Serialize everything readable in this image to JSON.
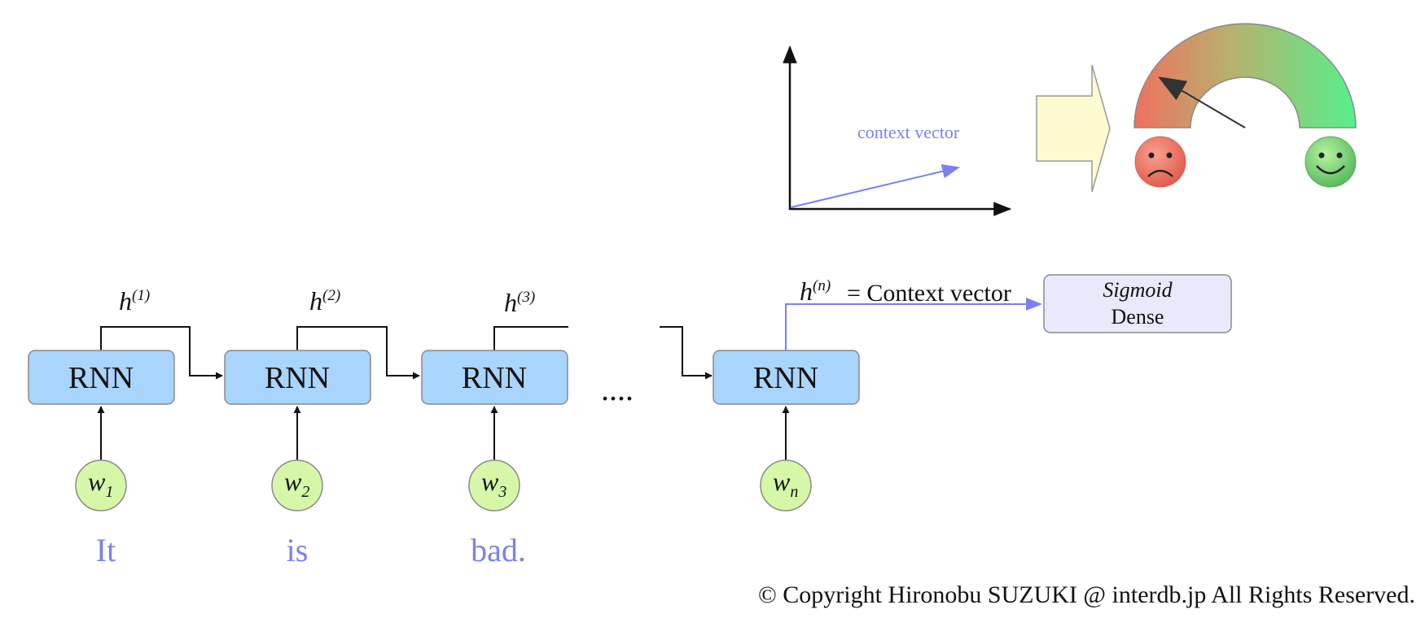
{
  "rnn_label": "RNN",
  "hidden_states": [
    {
      "base": "h",
      "sup": "(1)"
    },
    {
      "base": "h",
      "sup": "(2)"
    },
    {
      "base": "h",
      "sup": "(3)"
    },
    {
      "base": "h",
      "sup": "(n)"
    }
  ],
  "context_equation": "= Context vector",
  "inputs": [
    {
      "base": "w",
      "sub": "1"
    },
    {
      "base": "w",
      "sub": "2"
    },
    {
      "base": "w",
      "sub": "3"
    },
    {
      "base": "w",
      "sub": "n"
    }
  ],
  "words": [
    "It",
    "is",
    "bad."
  ],
  "ellipsis": "....",
  "dense": {
    "activation": "Sigmoid",
    "layer": "Dense"
  },
  "context_vector_label": "context vector",
  "copyright": "© Copyright Hironobu SUZUKI @ interdb.jp All Rights Reserved.",
  "colors": {
    "rnn_fill": "#a9d4fb",
    "input_fill": "#d6f7a8",
    "word_text": "#7b80f0",
    "context_arrow": "#7b80f0",
    "dense_fill": "#e8e9fb",
    "gauge_negative": "#f07060",
    "gauge_positive": "#55f08c",
    "big_arrow_fill": "#fdfbd0"
  }
}
